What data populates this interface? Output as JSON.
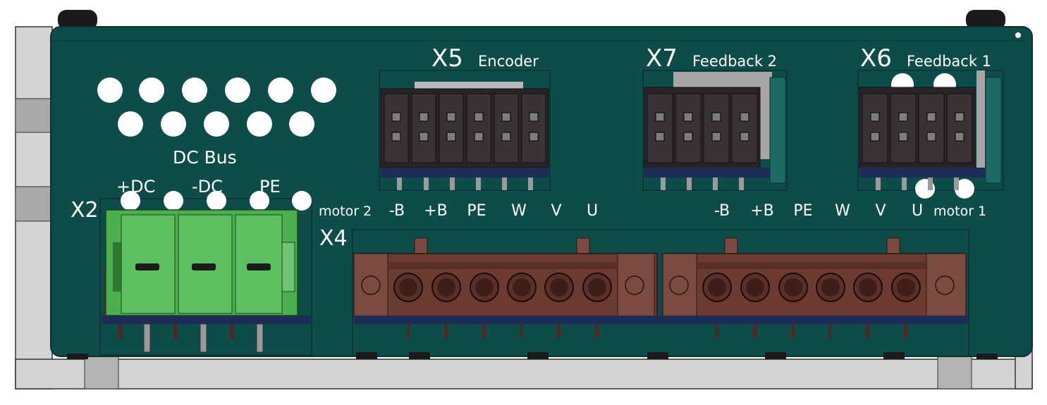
{
  "colors": {
    "board": "#0e4c4a",
    "board_edge": "#0a3230",
    "chassis": "#cfcfcf",
    "connector_black": "#2a2328",
    "terminal_green": "#4cae4f",
    "terminal_brown": "#6b3b32",
    "label": "#ffffff"
  },
  "labels": {
    "x5": "X5",
    "x5_name": "Encoder",
    "x7": "X7",
    "x7_name": "Feedback 2",
    "x6": "X6",
    "x6_name": "Feedback 1",
    "dc_bus": "DC Bus",
    "x2": "X2",
    "x4": "X4",
    "plus_dc": "+DC",
    "minus_dc": "-DC",
    "pe_dc": "PE",
    "motor2": "motor 2",
    "motor1": "motor 1"
  },
  "motor2_pins": [
    "-B",
    "+B",
    "PE",
    "W",
    "V",
    "U"
  ],
  "motor1_pins": [
    "-B",
    "+B",
    "PE",
    "W",
    "V",
    "U"
  ]
}
